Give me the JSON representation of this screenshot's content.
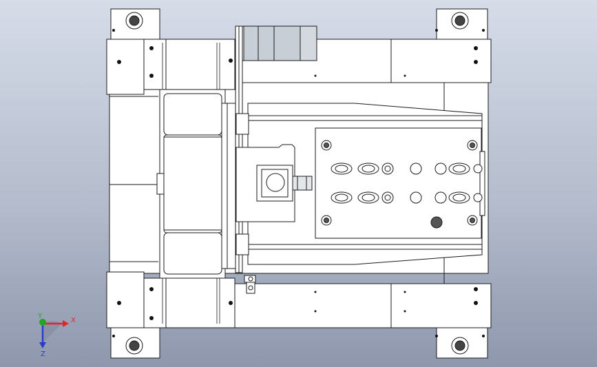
{
  "viewport": {
    "background_top": "#d6dce8",
    "background_bottom": "#8e97ac"
  },
  "model": {
    "fill_color": "#ffffff",
    "line_color": "#1a1a1a",
    "shading_color": "#c9cdd2"
  },
  "triad": {
    "x_label": "X",
    "y_label": "Y",
    "z_label": "Z",
    "x_color": "#e3242b",
    "y_color": "#1fa81f",
    "z_color": "#2a3ccc"
  }
}
